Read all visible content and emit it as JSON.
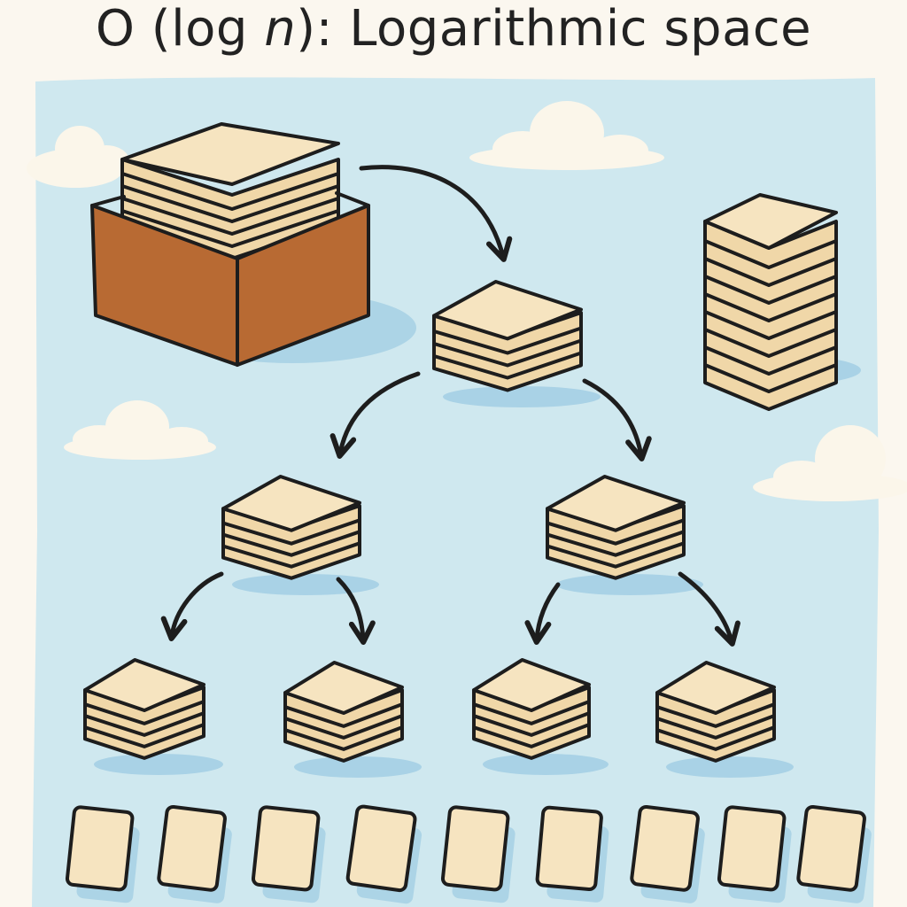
{
  "title": {
    "prefix": "O (log ",
    "var": "n",
    "suffix": "): Logarithmic space"
  },
  "colors": {
    "page": "#fbf7ef",
    "sky": "#cfe8ef",
    "cloud": "#fbf6ea",
    "paper_top": "#f6e4c0",
    "paper_side": "#f0d7a8",
    "box_front": "#b86a33",
    "box_side": "#9a5524",
    "outline": "#1d1d1d",
    "shadow": "#8fc3df"
  },
  "diagram": {
    "root_container": "box-with-stack",
    "tall_stack": "stacked-papers",
    "tree_levels": [
      1,
      2,
      4
    ],
    "leaf_cards": 9
  }
}
